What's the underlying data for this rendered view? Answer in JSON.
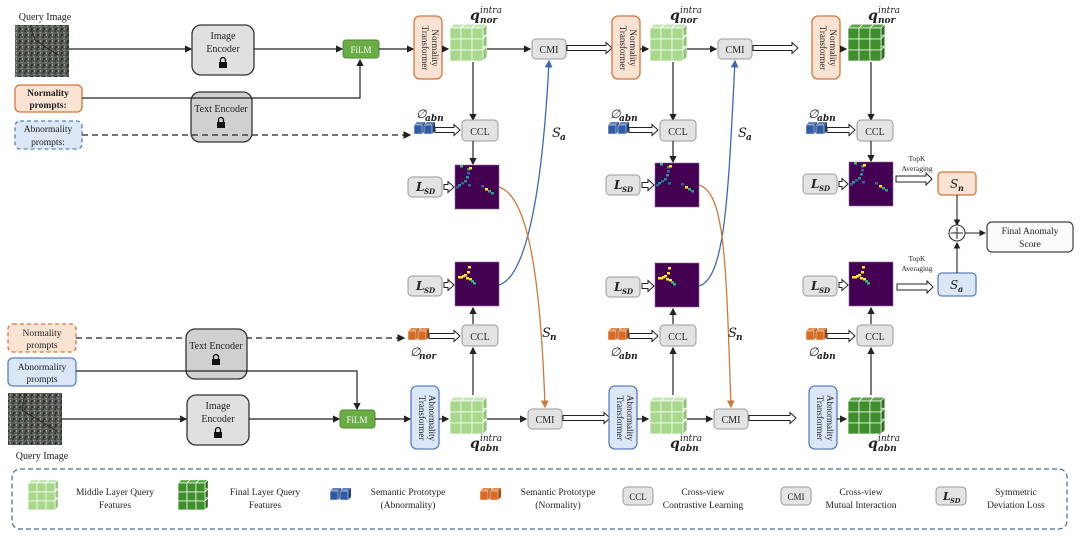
{
  "inputs": {
    "query_image_label": "Query Image",
    "image_encoder_label": [
      "Image",
      "Encoder"
    ],
    "text_encoder_label": "Text Encoder",
    "film_label": "FiLM",
    "normality_prompts": [
      "Normality",
      "prompts:"
    ],
    "abnormality_prompts": [
      "Abnormality",
      "prompts:"
    ],
    "normality_prompts_bottom": [
      "Normality",
      "prompts"
    ],
    "abnormality_prompts_bottom": [
      "Abnormality",
      "prompts"
    ]
  },
  "blocks": {
    "normality_transformer": [
      "Normality",
      "Transformer"
    ],
    "abnormality_transformer": [
      "Abnormality",
      "Transformer"
    ],
    "cmi": "CMI",
    "ccl": "CCL",
    "lsd_main": "L",
    "lsd_sub": "SD"
  },
  "features": {
    "q_main": "q",
    "q_sup": "intra",
    "nor_sub": "nor",
    "abn_sub": "abn"
  },
  "prototypes": {
    "phi": "∅",
    "abn_sub": "abn",
    "nor_sub": "nor"
  },
  "scores": {
    "s_main": "S",
    "a_sub": "a",
    "n_sub": "n",
    "topk_label": [
      "TopK",
      "Averaging"
    ],
    "final_label": [
      "Final Anomaly",
      "Score"
    ],
    "plus": "+"
  },
  "legend": {
    "items": [
      {
        "icon": "light-green-cube-icon",
        "text": [
          "Middle Layer Query",
          "Features"
        ]
      },
      {
        "icon": "dark-green-cube-icon",
        "text": [
          "Final Layer Query",
          "Features"
        ]
      },
      {
        "icon": "blue-prototype-icon",
        "text": [
          "Semantic Prototype",
          "(Abnormality)"
        ]
      },
      {
        "icon": "orange-prototype-icon",
        "text": [
          "Semantic Prototype",
          "(Normality)"
        ]
      },
      {
        "icon": "ccl-box-icon",
        "box": "CCL",
        "text": [
          "Cross-view",
          "Contrastive Learning"
        ]
      },
      {
        "icon": "cmi-box-icon",
        "box": "CMI",
        "text": [
          "Cross-view",
          "Mutual Interaction"
        ]
      },
      {
        "icon": "lsd-box-icon",
        "box": "L",
        "box_sub": "SD",
        "text": [
          "Symmetric",
          "Deviation Loss"
        ]
      }
    ]
  },
  "colors": {
    "orange_fill": "#fbe3d4",
    "orange_stroke": "#d4763a",
    "blue_fill": "#dbe6f6",
    "blue_stroke": "#5a7fc0",
    "film": "#6aad45",
    "gray_fill": "#e3e3e3",
    "gray_stroke": "#9a9a9a",
    "light_green": "#a8d88c",
    "dark_green": "#3f8f2c",
    "proto_blue": "#2f5aa6",
    "proto_orange": "#d96a1e",
    "heat_bg": "#440154",
    "sa_curve": "#3f68b0",
    "sn_curve": "#cc7a3a"
  }
}
